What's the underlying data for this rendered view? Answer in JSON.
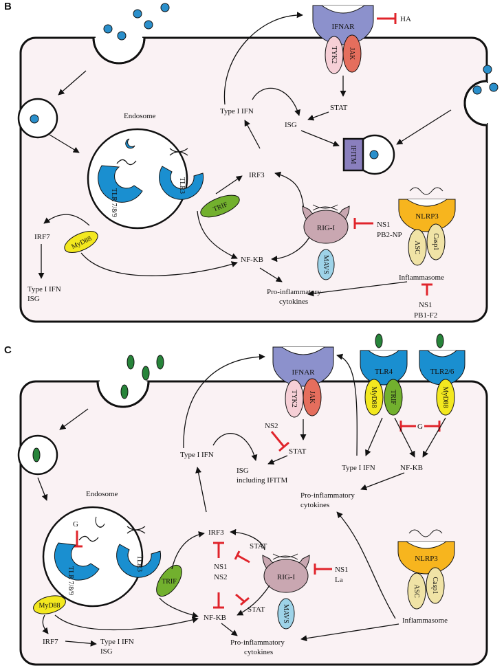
{
  "panels": {
    "B": {
      "label": "B",
      "endosome": "Endosome",
      "receptors": {
        "ifnar": "IFNAR",
        "tyk2": "TYK2",
        "jak": "JAK",
        "tlr789": "TLR 7/8/9",
        "tlr3": "TLR3",
        "trif": "TRIF",
        "myd88": "MyD88",
        "rigi": "RIG-I",
        "mavs": "MAVS",
        "nlrp3": "NLRP3",
        "asc": "ASC",
        "casp1": "Casp1",
        "ifitm": "IFITM"
      },
      "labels": {
        "ha": "HA",
        "stat": "STAT",
        "isg": "ISG",
        "type_i_ifn_top": "Type I IFN",
        "irf3": "IRF3",
        "irf7": "IRF7",
        "type_i_ifn_low": "Type I IFN",
        "isg_low": "ISG",
        "nfkb": "NF-KB",
        "ns1": "NS1",
        "pb2np": "PB2-NP",
        "inflammasome": "Inflammasome",
        "proinf_1": "Pro-inflammatory",
        "proinf_2": "cytokines",
        "ns1_b": "NS1",
        "pb1f2": "PB1-F2"
      }
    },
    "C": {
      "label": "C",
      "endosome": "Endosome",
      "receptors": {
        "ifnar": "IFNAR",
        "tyk2": "TYK2",
        "jak": "JAK",
        "tlr4": "TLR4",
        "tlr26": "TLR2/6",
        "myd88_a": "MyD88",
        "trif_a": "TRIF",
        "myd88_b": "MyD88",
        "tlr789": "TLR 7/8/9",
        "tlr3": "TLR3",
        "trif": "TRIF",
        "myd88": "MyD88",
        "rigi": "RIG-I",
        "mavs": "MAVS",
        "nlrp3": "NLRP3",
        "asc": "ASC",
        "casp1": "Casp1"
      },
      "labels": {
        "ns2": "NS2",
        "stat": "STAT",
        "type_i_ifn_top": "Type I IFN",
        "isg_1": "ISG",
        "isg_2": "including IFITM",
        "g_top": "G",
        "type_i_ifn_mid": "Type I IFN",
        "nfkb_right": "NF-KB",
        "proinf_r1": "Pro-inflammatory",
        "proinf_r2": "cytokines",
        "g_endo": "G",
        "irf3": "IRF3",
        "stat_a": "STAT",
        "ns1": "NS1",
        "ns2_mid": "NS2",
        "stat_b": "STAT",
        "ns1_r": "NS1",
        "la": "La",
        "nfkb": "NF-KB",
        "inflammasome": "Inflammasome",
        "irf7": "IRF7",
        "type_i_ifn_low": "Type I IFN",
        "isg_low": "ISG",
        "proinf_1": "Pro-inflammatory",
        "proinf_2": "cytokines"
      }
    }
  },
  "colors": {
    "cell_fill": "#faf2f4",
    "virus_b": "#2a8fcb",
    "virus_c": "#27843a",
    "tlr": "#1a8fd0",
    "ifnar": "#8c91cc",
    "tyk2": "#f6cfd6",
    "jak": "#e56e5d",
    "trif": "#72b02e",
    "myd88": "#f3e81f",
    "rigi": "#c9a7b1",
    "mavs": "#9ed3e8",
    "nlrp3": "#f7b51e",
    "asc": "#f0e3a6",
    "ifitm": "#8a7fbe",
    "inhibitor": "#e0242b"
  }
}
